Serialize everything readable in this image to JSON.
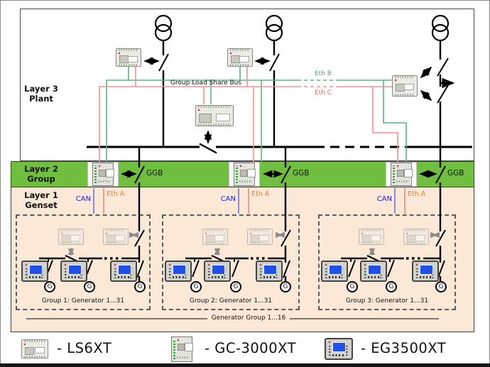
{
  "colors": {
    "layer2_band": "#70bf41",
    "layer1_band": "#fbe8d7",
    "eth_b_line": "#57b87b",
    "eth_c_line": "#f09090",
    "can_line": "#8080e8",
    "can_label": "#1f1fd0",
    "eth_a_label": "#f07c1e",
    "eg_screen_blue": "#2050e8"
  },
  "layers": {
    "layer3": {
      "line1": "Layer 3",
      "line2": "Plant"
    },
    "layer2": {
      "line1": "Layer 2",
      "line2": "Group"
    },
    "layer1": {
      "line1": "Layer 1",
      "line2": "Genset"
    }
  },
  "plant": {
    "load_share_bus_label": "Group Load Share Bus",
    "eth_b_label": "Eth B",
    "eth_c_label": "Eth C"
  },
  "group_layer": {
    "ggb_label": "GGB"
  },
  "genset_layer": {
    "can_label": "CAN",
    "eth_a_label": "Eth A",
    "generator_symbol": "G",
    "groups": [
      {
        "label": "Group 1: Generator 1...31"
      },
      {
        "label": "Group 2: Generator 1...31"
      },
      {
        "label": "Group 3: Generator 1...31"
      }
    ],
    "generator_group_label": "Generator Group 1...16"
  },
  "legend": {
    "items": [
      {
        "icon": "ls6xt-icon",
        "label": "- LS6XT"
      },
      {
        "icon": "gc3000xt-icon",
        "label": "- GC-3000XT"
      },
      {
        "icon": "eg3500xt-icon",
        "label": "- EG3500XT"
      }
    ]
  }
}
